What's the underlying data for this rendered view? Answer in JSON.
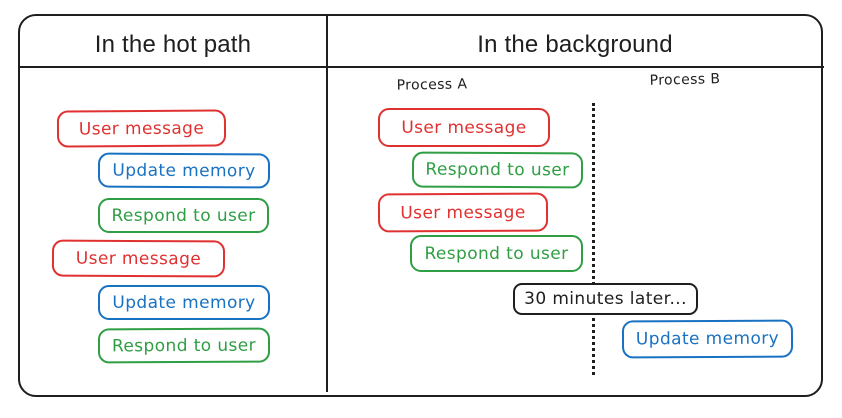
{
  "diagram": {
    "left_panel": {
      "title": "In the hot path",
      "steps": [
        {
          "label": "User message",
          "color": "red"
        },
        {
          "label": "Update memory",
          "color": "blue"
        },
        {
          "label": "Respond to user",
          "color": "green"
        },
        {
          "label": "User message",
          "color": "red"
        },
        {
          "label": "Update memory",
          "color": "blue"
        },
        {
          "label": "Respond to user",
          "color": "green"
        }
      ]
    },
    "right_panel": {
      "title": "In the background",
      "process_a": {
        "label": "Process A",
        "steps": [
          {
            "label": "User message",
            "color": "red"
          },
          {
            "label": "Respond to user",
            "color": "green"
          },
          {
            "label": "User message",
            "color": "red"
          },
          {
            "label": "Respond to user",
            "color": "green"
          }
        ]
      },
      "process_b": {
        "label": "Process B",
        "steps": [
          {
            "label": "Update memory",
            "color": "blue"
          }
        ]
      },
      "timer_note": "30 minutes later..."
    }
  },
  "colors": {
    "red": "#e03131",
    "green": "#2f9e44",
    "blue": "#1971c2",
    "ink": "#1e1e1e"
  }
}
